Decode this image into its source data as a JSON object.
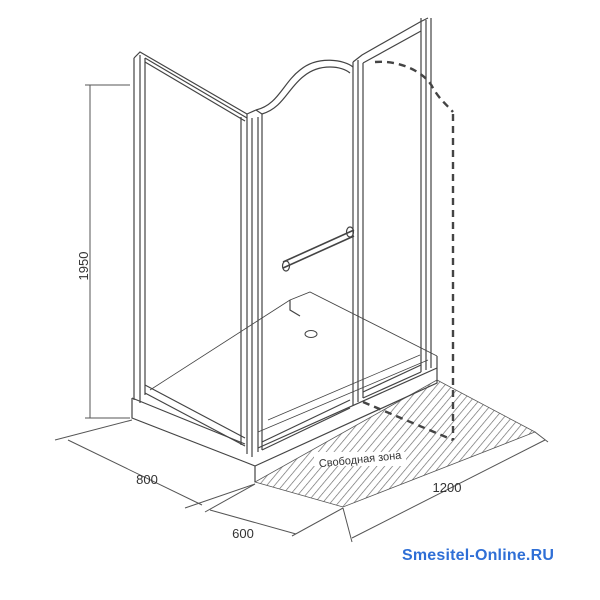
{
  "dimensions": {
    "height": "1950",
    "depth": "800",
    "door_clearance": "600",
    "width": "1200"
  },
  "free_zone_label": "Свободная зона",
  "watermark": "Smesitel-Online.RU",
  "colors": {
    "line": "#444444",
    "dim_line": "#555555",
    "hatch": "#666666",
    "brand": "#2f6fd6"
  },
  "icons": [
    "door-handle-icon",
    "drain-icon"
  ]
}
